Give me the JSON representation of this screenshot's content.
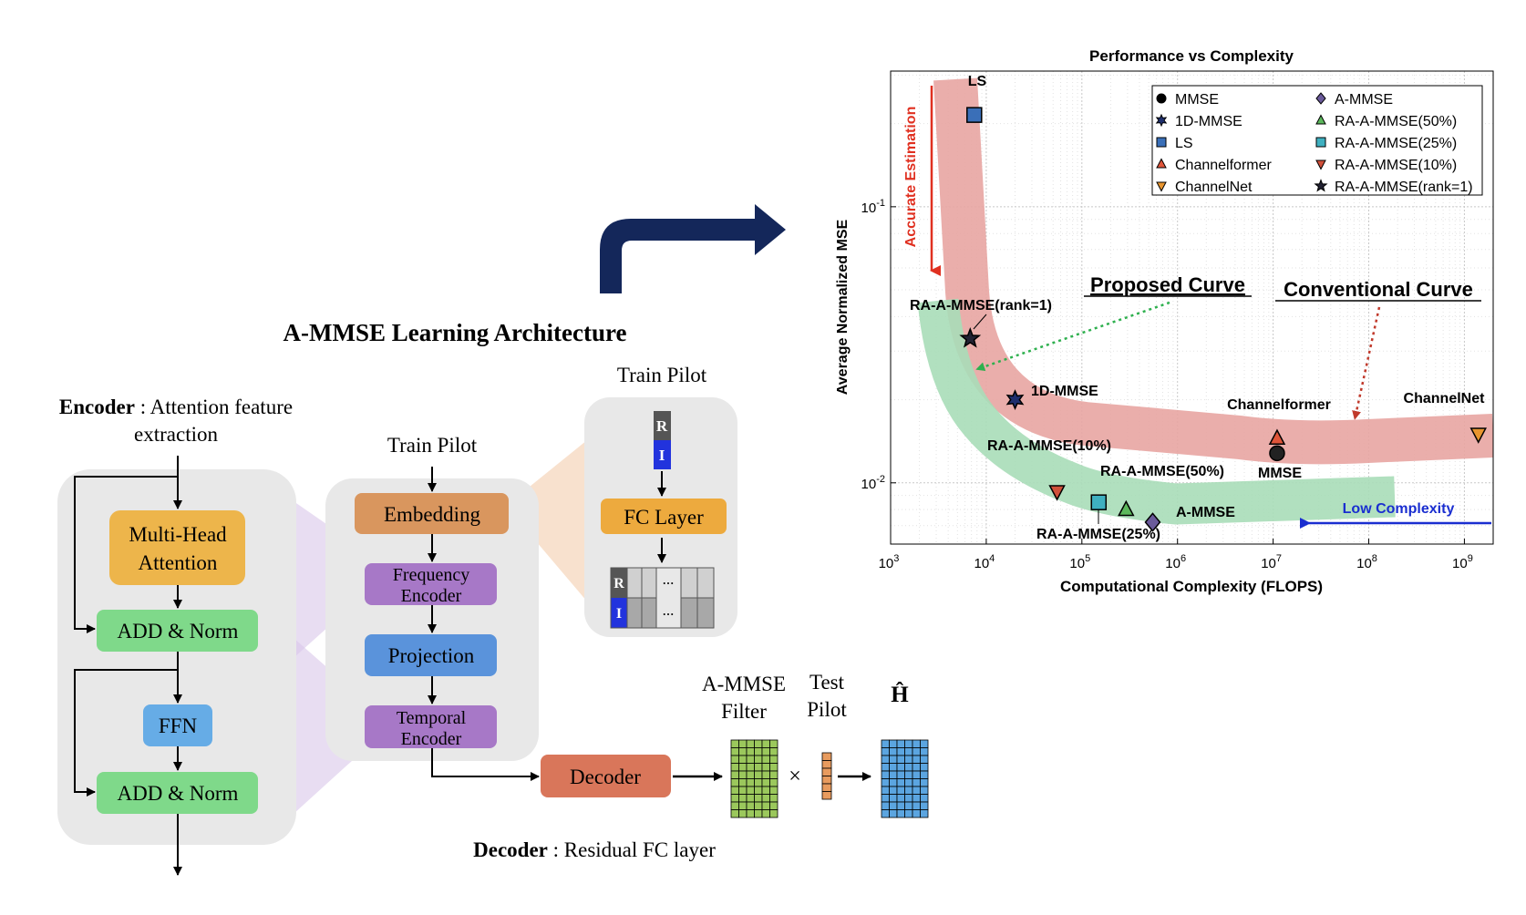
{
  "arch": {
    "title": "A-MMSE Learning Architecture",
    "encoder_caption_bold": "Encoder",
    "encoder_caption_line1": " : Attention feature",
    "encoder_caption_line2": "extraction",
    "mha_line1": "Multi-Head",
    "mha_line2": "Attention",
    "add_norm": "ADD & Norm",
    "ffn": "FFN",
    "train_pilot": "Train Pilot",
    "embedding": "Embedding",
    "freq_line1": "Frequency",
    "freq_line2": "Encoder",
    "projection": "Projection",
    "temporal_line1": "Temporal",
    "temporal_line2": "Encoder",
    "fc_layer": "FC Layer",
    "real_label": "R",
    "imag_label": "I",
    "ellipsis": "...",
    "decoder": "Decoder",
    "decoder_caption_bold": "Decoder",
    "decoder_caption_rest": " : Residual FC layer",
    "filter_line1": "A-MMSE",
    "filter_line2": "Filter",
    "test_line1": "Test",
    "test_line2": "Pilot",
    "times": "×",
    "h_hat": "Ĥ"
  },
  "colors": {
    "mha": "#EDB54B",
    "add_norm": "#7FD98A",
    "ffn": "#66ACE6",
    "embedding": "#D9965E",
    "encoder_purple": "#A778C7",
    "projection": "#5A93DB",
    "fc_layer": "#EDAA3E",
    "decoder": "#D9765A",
    "panel": "#E8E8E8",
    "filter_grid": "#9BC85C",
    "output_grid": "#5BA5E0",
    "test_pilot": "#E89B5E",
    "arrow_navy": "#14275A",
    "band_red": "#E8A5A2",
    "band_green": "#A8DDB8",
    "accurate": "#E03020",
    "low_complexity": "#1A2ED0"
  },
  "chart_data": {
    "type": "scatter",
    "title": "Performance vs Complexity",
    "xlabel": "Computational Complexity (FLOPS)",
    "ylabel": "Average Normalized MSE",
    "xscale": "log",
    "yscale": "log",
    "xlim": [
      1000,
      2000000000
    ],
    "ylim": [
      0.006,
      0.31
    ],
    "grid": true,
    "legend_position": "top-right",
    "x_tick_labels": [
      {
        "value": 1000,
        "base": "10",
        "exp": "3"
      },
      {
        "value": 10000,
        "base": "10",
        "exp": "4"
      },
      {
        "value": 100000,
        "base": "10",
        "exp": "5"
      },
      {
        "value": 1000000,
        "base": "10",
        "exp": "6"
      },
      {
        "value": 10000000,
        "base": "10",
        "exp": "7"
      },
      {
        "value": 100000000,
        "base": "10",
        "exp": "8"
      },
      {
        "value": 1000000000,
        "base": "10",
        "exp": "9"
      }
    ],
    "y_tick_labels": [
      {
        "value": 0.1,
        "base": "10",
        "exp": "-1"
      },
      {
        "value": 0.01,
        "base": "10",
        "exp": "-2"
      }
    ],
    "series": [
      {
        "name": "MMSE",
        "marker": "circle",
        "color": "#222222",
        "x": 11000000,
        "y": 0.0128
      },
      {
        "name": "1D-MMSE",
        "marker": "hexstar",
        "color": "#1F2F6E",
        "x": 20000,
        "y": 0.02
      },
      {
        "name": "LS",
        "marker": "square",
        "color": "#3A6FB8",
        "x": 7500,
        "y": 0.215
      },
      {
        "name": "Channelformer",
        "marker": "triangle-up",
        "color": "#E0553A",
        "x": 11000000,
        "y": 0.0145
      },
      {
        "name": "ChannelNet",
        "marker": "triangle-down",
        "color": "#E8952F",
        "x": 1400000000,
        "y": 0.015
      },
      {
        "name": "A-MMSE",
        "marker": "diamond",
        "color": "#6A5A9A",
        "x": 550000,
        "y": 0.0072
      },
      {
        "name": "RA-A-MMSE(50%)",
        "marker": "triangle-up",
        "color": "#5CB85C",
        "x": 290000,
        "y": 0.008
      },
      {
        "name": "RA-A-MMSE(25%)",
        "marker": "square",
        "color": "#3FB0C0",
        "x": 150000,
        "y": 0.0085
      },
      {
        "name": "RA-A-MMSE(10%)",
        "marker": "triangle-down",
        "color": "#D0503A",
        "x": 55000,
        "y": 0.0093
      },
      {
        "name": "RA-A-MMSE(rank=1)",
        "marker": "star",
        "color": "#222233",
        "x": 6800,
        "y": 0.0333
      }
    ],
    "point_labels": {
      "ls": "LS",
      "one_d": "1D-MMSE",
      "channelformer": "Channelformer",
      "channelnet": "ChannelNet",
      "mmse": "MMSE",
      "a_mmse": "A-MMSE",
      "ra50": "RA-A-MMSE(50%)",
      "ra25": "RA-A-MMSE(25%)",
      "ra10": "RA-A-MMSE(10%)",
      "rank1": "RA-A-MMSE(rank=1)"
    },
    "annotations": {
      "proposed": "Proposed Curve",
      "conventional": "Conventional Curve",
      "accurate": "Accurate Estimation",
      "low": "Low Complexity"
    }
  }
}
